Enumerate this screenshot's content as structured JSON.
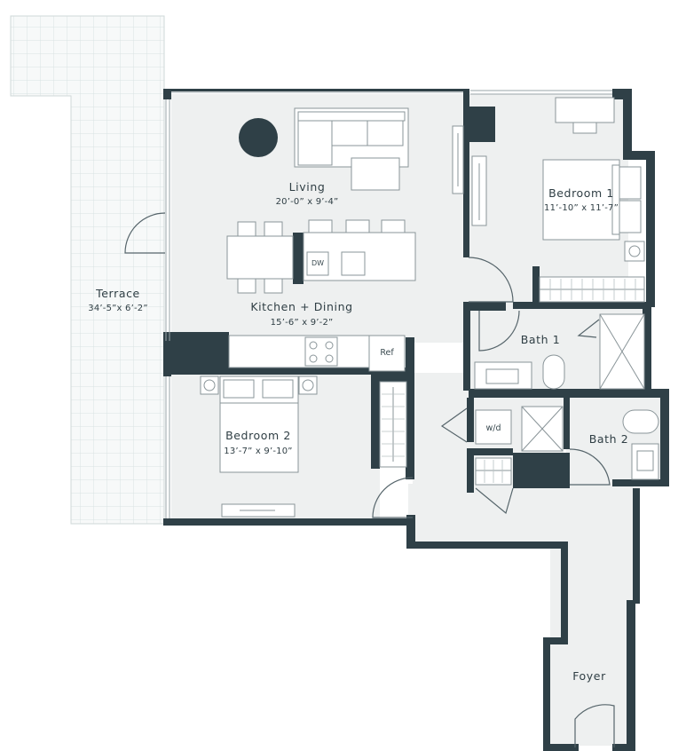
{
  "colors": {
    "wall": "#2f4047",
    "floor": "#eef0f0",
    "terrace": "#f6f8f8",
    "grid": "#d9e2e2",
    "fixture": "#ffffff",
    "line": "#8a9599"
  },
  "rooms": {
    "living": {
      "name": "Living",
      "dims": "20’-0” x 9’-4”"
    },
    "kitchen": {
      "name": "Kitchen + Dining",
      "dims": "15’-6” x 9’-2”"
    },
    "bedroom1": {
      "name": "Bedroom 1",
      "dims": "11’-10” x 11’-7”"
    },
    "bedroom2": {
      "name": "Bedroom 2",
      "dims": "13’-7” x 9’-10”"
    },
    "terrace": {
      "name": "Terrace",
      "dims": "34’-5”x 6’-2”"
    },
    "bath1": {
      "name": "Bath 1"
    },
    "bath2": {
      "name": "Bath 2"
    },
    "foyer": {
      "name": "Foyer"
    }
  },
  "fixtures": {
    "ref": "Ref",
    "dw": "DW",
    "washer_dryer": "w/d"
  }
}
